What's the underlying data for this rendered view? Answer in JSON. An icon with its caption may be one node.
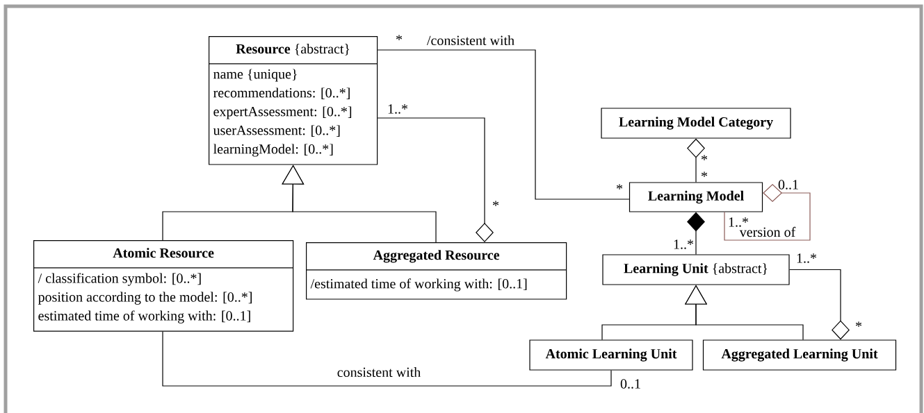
{
  "diagram": {
    "nodes": [
      {
        "text": [
          "**Resource** {abstract}",
          "name    {unique}",
          "recommendations: [0..*]",
          "expertAssessment: [0..*]",
          "userAssessment: [0..*]",
          "learningModel: [0..*]"
        ]
      },
      {
        "text": [
          "Learning Model Category"
        ]
      },
      {
        "text": [
          "Learning Model"
        ]
      },
      {
        "text": [
          "Atomic Resource",
          "/ classification symbol: [0..*]",
          "position according to the model: [0..*]",
          "estimated time of working with: [0..1]"
        ]
      },
      {
        "text": [
          "Aggregated Resource",
          "/estimated time of working with: [0..1]"
        ]
      },
      {
        "text": [
          "**Learning Unit** {abstract}"
        ]
      },
      {
        "text": [
          "Atomic Learning Unit"
        ]
      },
      {
        "text": [
          "Aggregated Learning Unit"
        ]
      }
    ],
    "edges": [
      {
        "from": 0,
        "to": 2,
        "arrow": "none",
        "label": "/consistent with"
      },
      {
        "from": 4,
        "to": 0,
        "arrow": "other"
      },
      {
        "from": 3,
        "to": 0,
        "arrow": "to"
      },
      {
        "from": 4,
        "to": 0,
        "arrow": "to"
      },
      {
        "from": 1,
        "to": 2,
        "arrow": "other"
      },
      {
        "from": 2,
        "to": 5,
        "arrow": "other"
      },
      {
        "from": 2,
        "to": 2,
        "arrow": "other",
        "label": "version of",
        "color": "#8a5a56"
      },
      {
        "from": 7,
        "to": 5,
        "arrow": "other"
      },
      {
        "from": 6,
        "to": 5,
        "arrow": "to"
      },
      {
        "from": 7,
        "to": 5,
        "arrow": "to"
      },
      {
        "from": 3,
        "to": 6,
        "arrow": "none",
        "label": "consistent with"
      }
    ],
    "labels": [
      "*",
      "1..*",
      "*",
      "*",
      "*",
      "*",
      "0..1",
      "1..*",
      "1..*",
      "1..*",
      "*",
      "0..1"
    ]
  }
}
